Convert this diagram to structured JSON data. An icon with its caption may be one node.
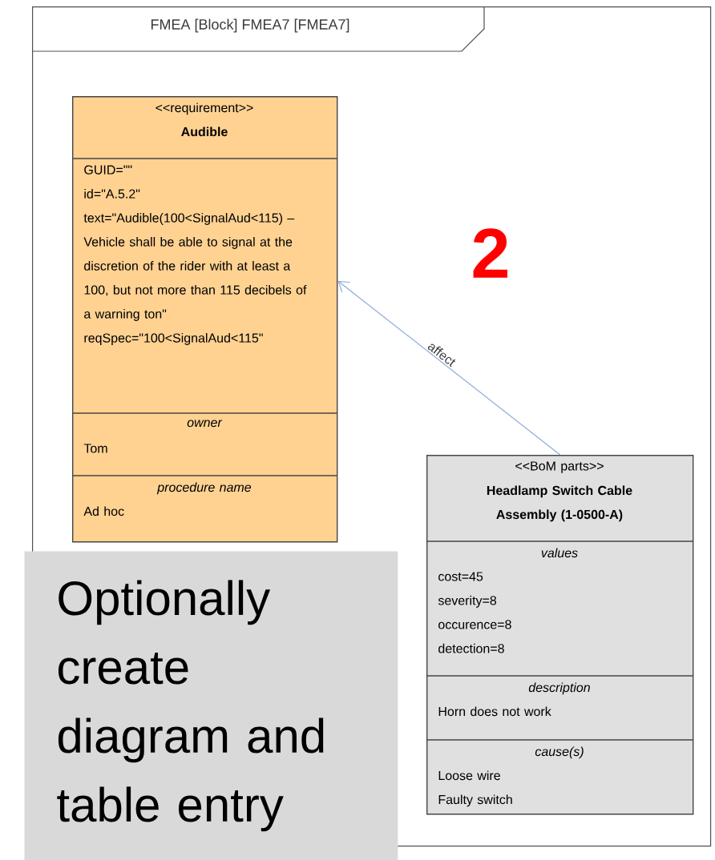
{
  "diagram": {
    "nodes": [
      {
        "text": [
          "FMEA [Block] FMEA7 [FMEA7]"
        ]
      },
      {
        "text": [
          "<<requirement>>",
          "Audible",
          "GUID=\"\"",
          "id=\"A.5.2\"",
          "text=\"Audible(100<SignalAud<115) – Vehicle shall be able to signal at the discretion of the rider with at least a 100, but not more than 115 decibels of a warning ton\"",
          "reqSpec=\"100<SignalAud<115\"",
          "owner",
          "Tom",
          "procedure name",
          "Ad hoc"
        ],
        "in": 0
      },
      {
        "text": [
          "<<BoM parts>>",
          "Headlamp Switch Cable Assembly (1-0500-A)",
          "values",
          "cost=45",
          "severity=8",
          "occurence=8",
          "detection=8",
          "description",
          "Horn does not work",
          "cause(s)",
          "Loose wire",
          "Faulty switch"
        ],
        "in": 0
      },
      {
        "text": [
          "Optionally create diagram and table entry"
        ]
      }
    ],
    "edges": [
      {
        "from": 2,
        "to": 1,
        "arrow": "to",
        "label": "affect",
        "color": "#8eaadb"
      }
    ],
    "labels": [
      "2"
    ]
  }
}
